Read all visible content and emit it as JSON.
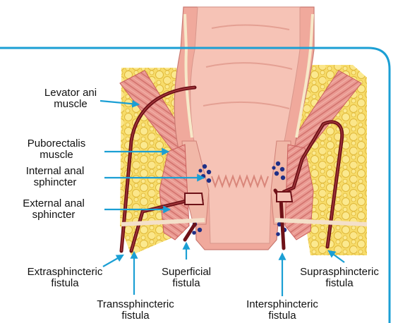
{
  "colors": {
    "frame": "#1b9fd4",
    "arrow": "#1b9fd4",
    "fat": "#f4d55a",
    "fat_dark": "#e2b72e",
    "rectum_wall": "#f3b3a6",
    "rectum_lumen": "#f5c4b8",
    "muscle": "#e58b86",
    "muscle_stripe": "#c9605e",
    "fistula": "#6e1218",
    "gland": "#1a2a7a"
  },
  "labels": {
    "levator": [
      "Levator ani",
      "muscle"
    ],
    "puborectalis": [
      "Puborectalis",
      "muscle"
    ],
    "internal": [
      "Internal anal",
      "sphincter"
    ],
    "external": [
      "External anal",
      "sphincter"
    ],
    "extrasphincteric": [
      "Extrasphincteric",
      "fistula"
    ],
    "transsphincteric": [
      "Transsphincteric",
      "fistula"
    ],
    "superficial": [
      "Superficial",
      "fistula"
    ],
    "intersphincteric": [
      "Intersphincteric",
      "fistula"
    ],
    "suprasphincteric": [
      "Suprasphincteric",
      "fistula"
    ]
  }
}
